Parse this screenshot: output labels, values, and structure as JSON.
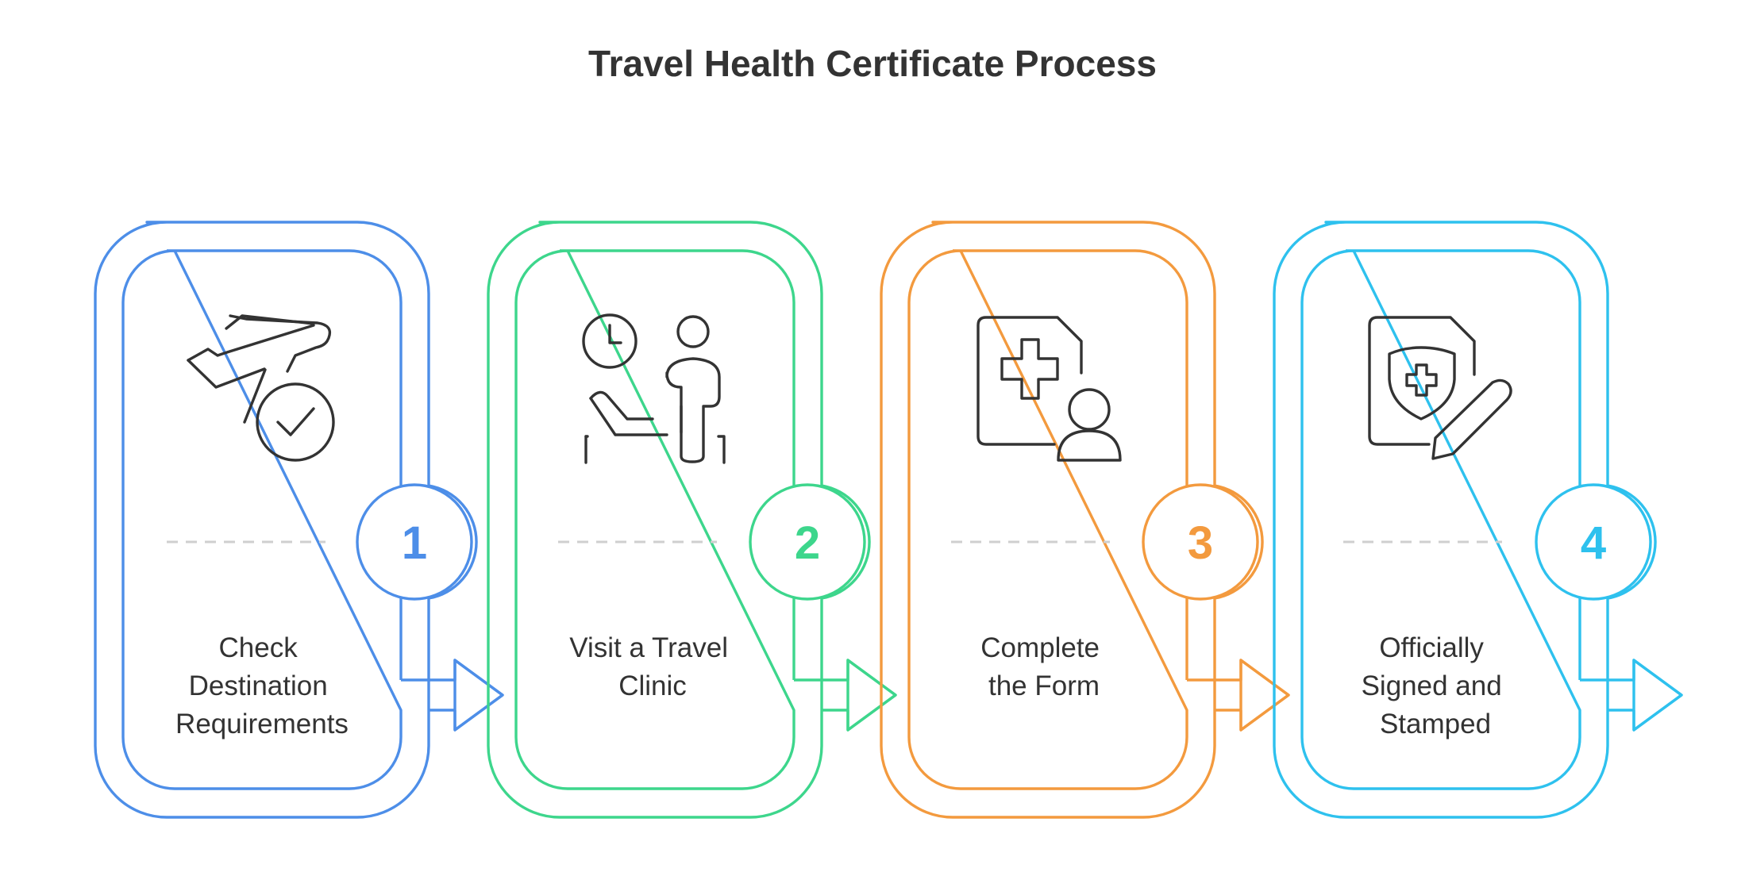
{
  "title": "Travel Health Certificate Process",
  "steps": [
    {
      "number": "1",
      "color": "#4d8ee8",
      "icon": "airplane-check-icon",
      "label_lines": [
        "Check",
        "Destination",
        "Requirements"
      ]
    },
    {
      "number": "2",
      "color": "#3dd68c",
      "icon": "clinic-visit-icon",
      "label_lines": [
        "Visit a Travel",
        "Clinic"
      ]
    },
    {
      "number": "3",
      "color": "#f39a3e",
      "icon": "medical-form-person-icon",
      "label_lines": [
        "Complete",
        "the Form"
      ]
    },
    {
      "number": "4",
      "color": "#2ec1ee",
      "icon": "shield-document-pen-icon",
      "label_lines": [
        "Officially",
        "Signed and",
        "Stamped"
      ]
    }
  ]
}
